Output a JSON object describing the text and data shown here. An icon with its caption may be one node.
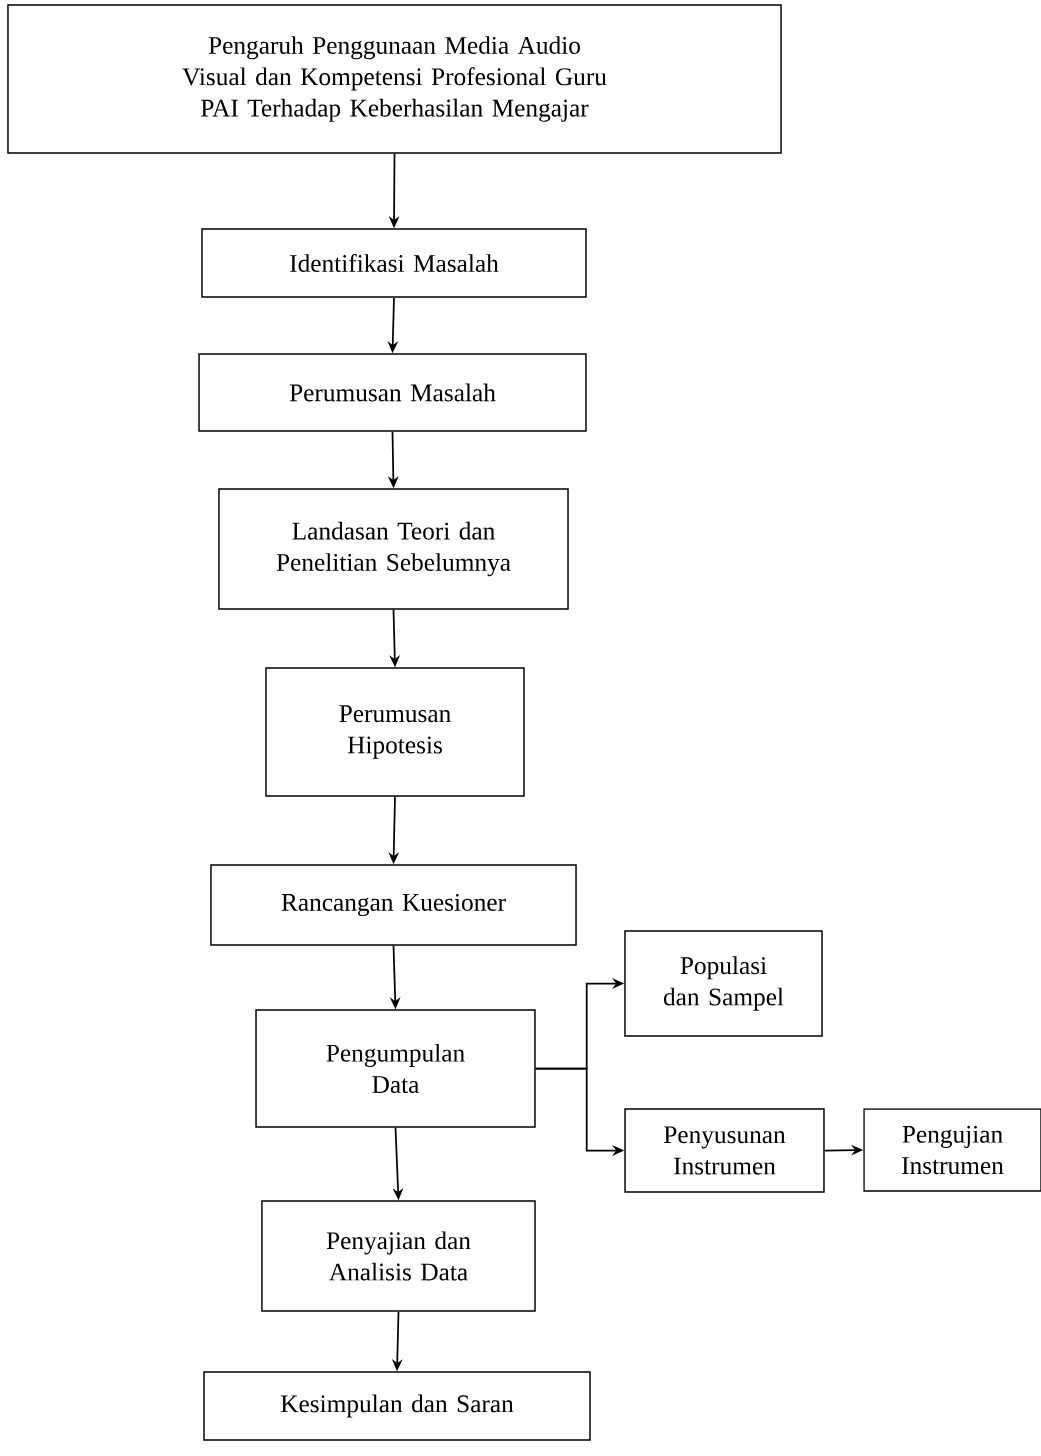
{
  "diagram": {
    "nodes": [
      {
        "text": [
          "Pengaruh Penggunaan Media Audio Visual dan Kompetensi Profesional Guru PAI Terhadap Keberhasilan Mengajar"
        ]
      },
      {
        "text": [
          "Identifikasi Masalah"
        ]
      },
      {
        "text": [
          "Perumusan Masalah"
        ]
      },
      {
        "text": [
          "Landasan Teori dan Penelitian Sebelumnya"
        ]
      },
      {
        "text": [
          "Perumusan Hipotesis"
        ]
      },
      {
        "text": [
          "Rancangan Kuesioner"
        ]
      },
      {
        "text": [
          "Pengumpulan Data"
        ]
      },
      {
        "text": [
          "Populasi dan Sampel"
        ]
      },
      {
        "text": [
          "Penyusunan Instrumen"
        ]
      },
      {
        "text": [
          "Pengujian Instrumen"
        ]
      },
      {
        "text": [
          "Penyajian dan Analisis Data"
        ]
      },
      {
        "text": [
          "Kesimpulan dan Saran"
        ]
      }
    ],
    "edges": [
      {
        "from": 0,
        "to": 1,
        "arrow": "to"
      },
      {
        "from": 1,
        "to": 2,
        "arrow": "to"
      },
      {
        "from": 2,
        "to": 3,
        "arrow": "to"
      },
      {
        "from": 3,
        "to": 4,
        "arrow": "to"
      },
      {
        "from": 4,
        "to": 5,
        "arrow": "to"
      },
      {
        "from": 5,
        "to": 6,
        "arrow": "to"
      },
      {
        "from": 6,
        "to": 7,
        "arrow": "to"
      },
      {
        "from": 6,
        "to": 8,
        "arrow": "to"
      },
      {
        "from": 8,
        "to": 9,
        "arrow": "to"
      },
      {
        "from": 6,
        "to": 10,
        "arrow": "to"
      },
      {
        "from": 10,
        "to": 11,
        "arrow": "to"
      }
    ]
  }
}
